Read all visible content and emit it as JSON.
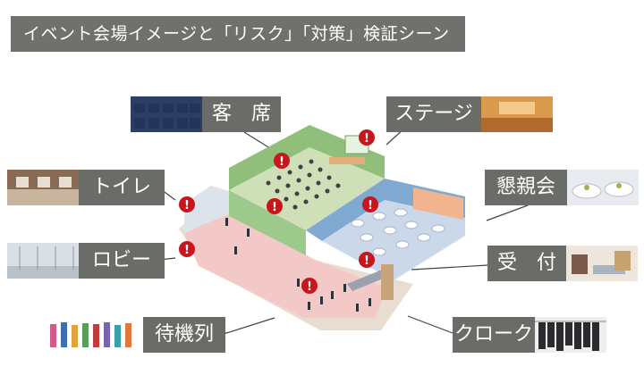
{
  "title": "イベント会場イメージと「リスク」「対策」検証シーン",
  "callouts": {
    "seats": "客　席",
    "stage": "ステージ",
    "toilet": "トイレ",
    "party": "懇親会",
    "lobby": "ロビー",
    "reception": "受　付",
    "queue": "待機列",
    "cloakroom": "クローク"
  },
  "colors": {
    "label_bg": "#6a6c67",
    "risk_marker": "#c8161d",
    "seat_room_floor": "#cfe0b9",
    "party_room_floor": "#cad8ea",
    "lobby_floor": "#f3c9c7",
    "stage_wall": "#f2b48f"
  },
  "risk_marker_symbol": "!"
}
